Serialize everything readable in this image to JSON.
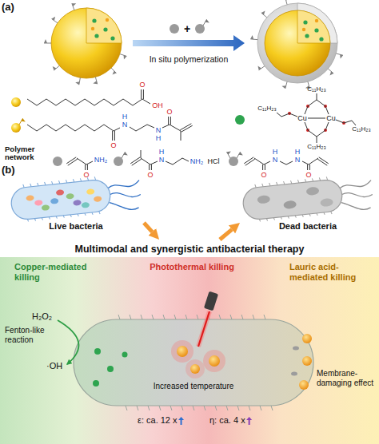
{
  "diagram": {
    "nodes": [
      {
        "text": [
          "Live bacteria"
        ]
      },
      {
        "text": [
          "Dead bacteria"
        ]
      },
      {
        "text": [
          "Multimodal and synergistic antibacterial therapy"
        ]
      }
    ],
    "edges": [
      {
        "from": 0,
        "to": 2,
        "arrow": "to"
      },
      {
        "from": 2,
        "to": 1,
        "arrow": "to"
      }
    ],
    "labels": [
      "(a)",
      "In situ polymerization",
      "Polymer network",
      "(b)",
      "Copper-mediated killing",
      "Photothermal killing",
      "Lauric acid-mediated killing",
      "H₂O₂",
      "Fenton-like reaction",
      "·OH",
      "Increased temperature",
      "Membrane-damaging effect",
      "ε: ca. 12 x",
      "η: ca. 4 x",
      "O",
      "OH",
      "O",
      "N",
      "H",
      "N",
      "H",
      "O",
      "Cu",
      "Cu",
      "C₁₁H₂₃",
      "C₁₁H₂₃",
      "C₁₁H₂₃",
      "C₁₁H₂₃",
      "O",
      "NH₂",
      "O",
      "N",
      "H",
      "NH₂",
      "HCl",
      "O",
      "N",
      "H",
      "N",
      "H",
      "O",
      "+"
    ]
  }
}
